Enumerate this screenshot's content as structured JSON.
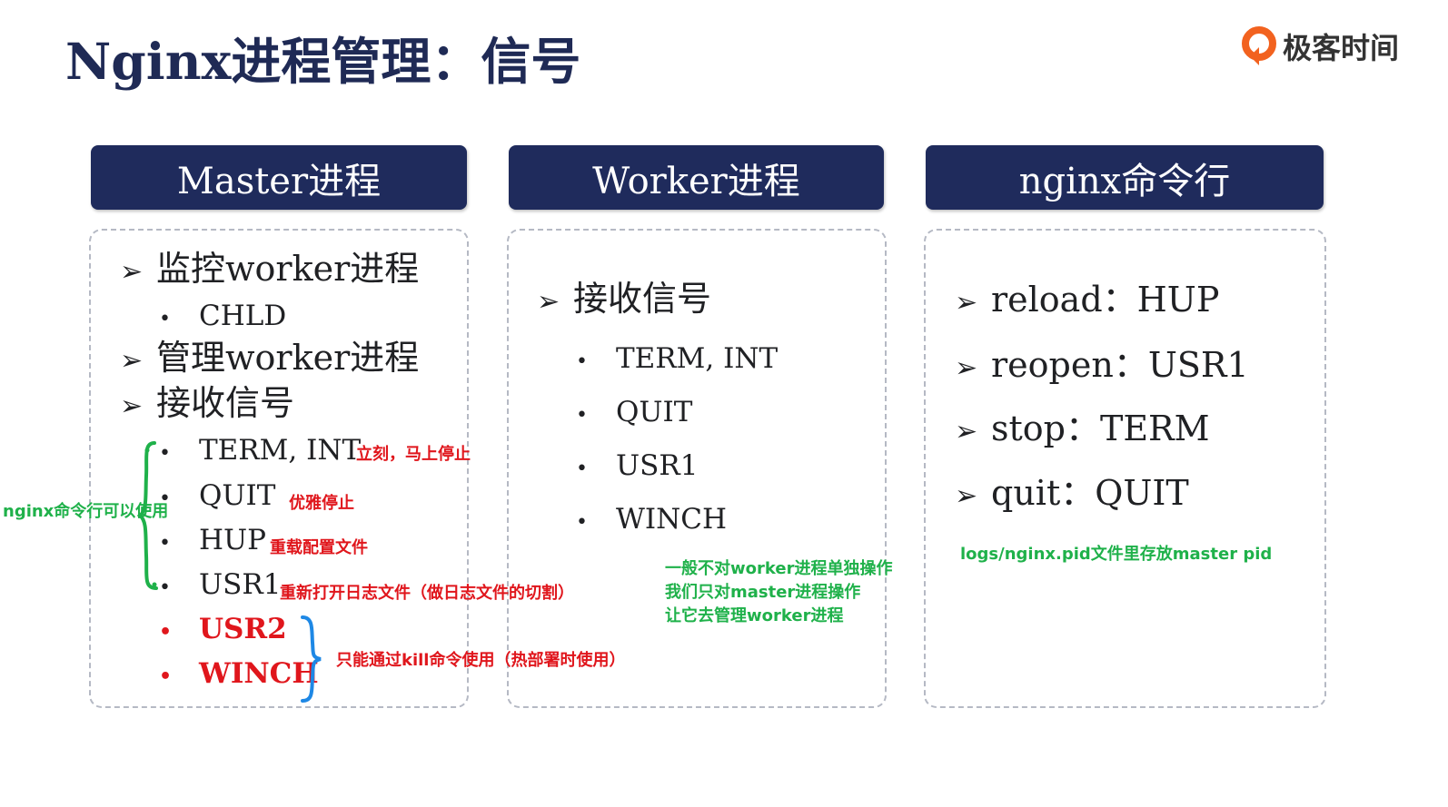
{
  "title": "Nginx进程管理：信号",
  "logo": {
    "text": "极客时间",
    "icon": "geektime-logo-icon",
    "color": "#f2621f"
  },
  "colors": {
    "header_bg": "#1f2b5c",
    "annotation_red": "#e0161c",
    "annotation_green": "#1fb14a"
  },
  "columns": [
    {
      "header": "Master进程",
      "items": [
        {
          "text": "监控worker进程",
          "subs": [
            "CHLD"
          ]
        },
        {
          "text": "管理worker进程",
          "subs": []
        },
        {
          "text": "接收信号",
          "subs": [
            "TERM, INT",
            "QUIT",
            "HUP",
            "USR1",
            "USR2",
            "WINCH"
          ]
        }
      ]
    },
    {
      "header": "Worker进程",
      "items": [
        {
          "text": "接收信号",
          "subs": [
            "TERM, INT",
            "QUIT",
            "USR1",
            "WINCH"
          ]
        }
      ]
    },
    {
      "header": "nginx命令行",
      "items": [
        {
          "text": "reload：HUP"
        },
        {
          "text": "reopen：USR1"
        },
        {
          "text": "stop：TERM"
        },
        {
          "text": "quit：QUIT"
        }
      ]
    }
  ],
  "annotations": {
    "term_int": "立刻，马上停止",
    "quit": "优雅停止",
    "hup": "重载配置文件",
    "usr1": "重新打开日志文件（做日志文件的切割）",
    "kill_only": "只能通过kill命令使用（热部署时使用）",
    "cmdline_usable": "nginx命令行可以使用",
    "worker_note": [
      "一般不对worker进程单独操作",
      "我们只对master进程操作",
      "让它去管理worker进程"
    ],
    "pid_file": "logs/nginx.pid文件里存放master pid"
  }
}
